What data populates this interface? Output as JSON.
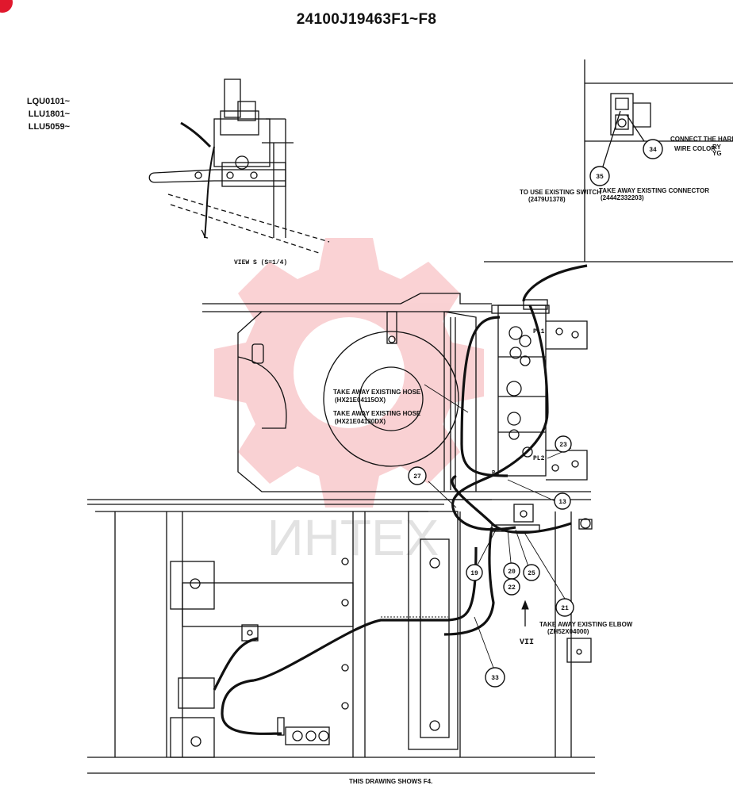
{
  "header": {
    "title": "24100J19463F1~F8"
  },
  "models": [
    "LQU0101~",
    "LLU1801~",
    "LLU5059~"
  ],
  "view_caption": "VIEW S (S=1/4)",
  "notes": {
    "connect_harness": "CONNECT THE HARNESS",
    "wire_color": "WIRE COLOR",
    "wire_codes": [
      "RY",
      "YG"
    ],
    "use_switch": "TO USE EXISTING SWITCH",
    "use_switch_part": "(2479U1378)",
    "take_connector": "TAKE AWAY EXISTING CONNECTOR",
    "take_connector_part": "(2444Z332203)",
    "take_hose_1": "TAKE AWAY EXISTING HOSE",
    "take_hose_1_part": "(HX21E04115OX)",
    "take_hose_2": "TAKE AWAY EXISTING HOSE",
    "take_hose_2_part": "(HX21E04130DX)",
    "take_elbow": "TAKE AWAY EXISTING ELBOW",
    "take_elbow_part": "(ZH52X04000)",
    "footer": "THIS DRAWING SHOWS F4."
  },
  "port_labels": {
    "pl1": "PL1",
    "pl2": "PL2",
    "p": "P",
    "view": "VII"
  },
  "callouts": [
    "34",
    "35",
    "23",
    "27",
    "13",
    "19",
    "20",
    "22",
    "25",
    "21",
    "33"
  ],
  "watermark": {
    "text": "ИНТЕХ",
    "color": "#e8323c"
  }
}
